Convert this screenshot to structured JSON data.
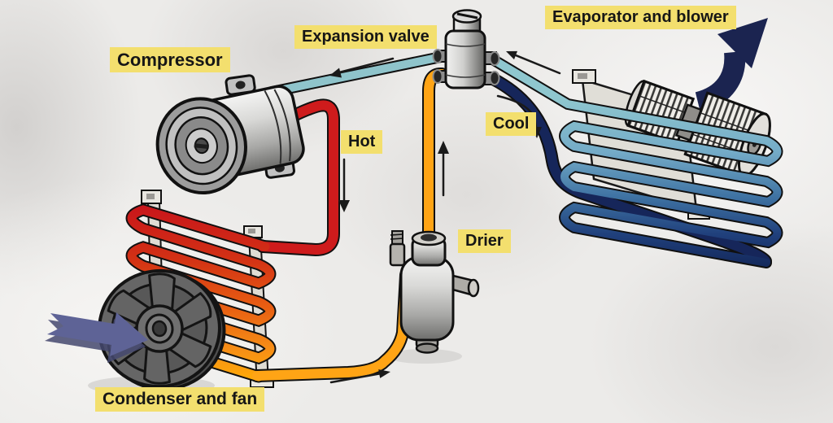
{
  "diagram": {
    "type": "car-air-conditioning-system",
    "labels": {
      "compressor": "Compressor",
      "expansion_valve": "Expansion valve",
      "evaporator_blower": "Evaporator and blower",
      "hot": "Hot",
      "cool": "Cool",
      "drier": "Drier",
      "condenser_fan": "Condenser and fan"
    },
    "colors": {
      "background": "#ECEBE9",
      "label_bg": "#F3DF6E",
      "label_text": "#161616",
      "hot_pipe": "#CE1B1C",
      "warm_pipe": "#FFA415",
      "cool_pipe": "#8FC4CB",
      "cold_pipe": "#16265A",
      "airflow_in_arrow": "#5E6396",
      "airflow_out_arrow": "#1B2450",
      "flow_arrow": "#1A1A1A"
    }
  }
}
